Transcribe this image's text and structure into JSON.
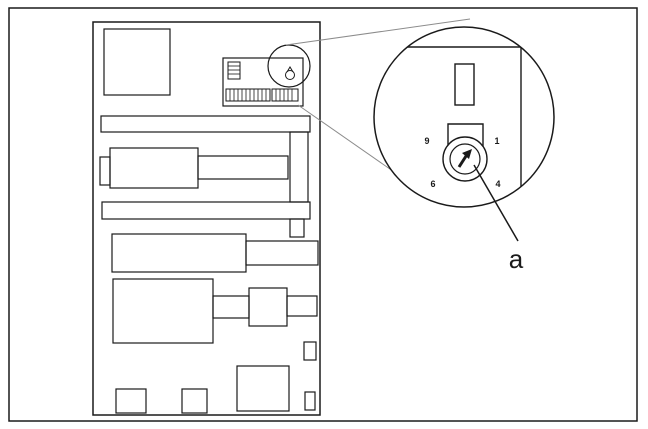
{
  "figure": {
    "dial_numbers": [
      "9",
      "1",
      "6",
      "4"
    ],
    "callout_label": "a"
  },
  "colors": {
    "stroke": "#1a1a1a",
    "background": "#ffffff",
    "zoom_lines": "#8c8c8c"
  }
}
